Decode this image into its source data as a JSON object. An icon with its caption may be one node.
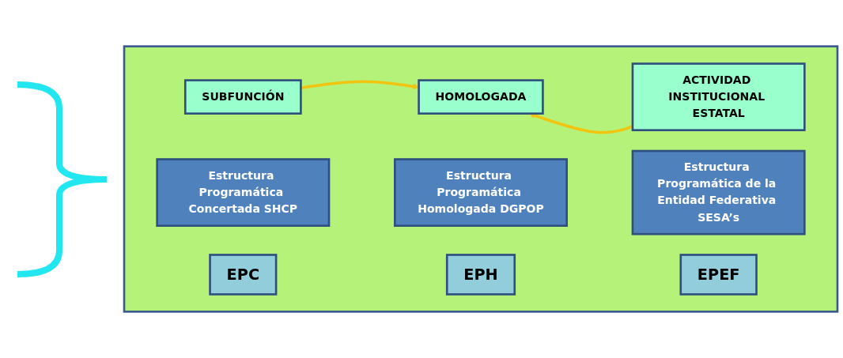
{
  "diagram": {
    "nodes": [
      {
        "text": [],
        "shape": "box"
      },
      {
        "text": [
          "Estructura Programática Concertada SHCP"
        ],
        "in": 0
      },
      {
        "text": [
          "Estructura Programática Homologada DGPOP"
        ],
        "in": 0
      },
      {
        "text": [
          "Estructura Programática de la Entidad Federativa SESA’s"
        ],
        "in": 0
      },
      {
        "text": [
          "EPC"
        ],
        "in": 0
      },
      {
        "text": [
          "EPH"
        ],
        "in": 0
      },
      {
        "text": [
          "EPEF"
        ],
        "in": 0
      },
      {
        "text": [
          "SUBFUNCIÓN"
        ],
        "in": 0
      },
      {
        "text": [
          "HOMOLOGADA"
        ],
        "in": 0
      },
      {
        "text": [
          "ACTIVIDAD INSTITUCIONAL ESTATAL"
        ],
        "in": 0
      }
    ],
    "edges": [
      {
        "from": 7,
        "to": 8,
        "arrow": "to"
      },
      {
        "from": 9,
        "to": 8,
        "arrow": "to"
      }
    ]
  }
}
